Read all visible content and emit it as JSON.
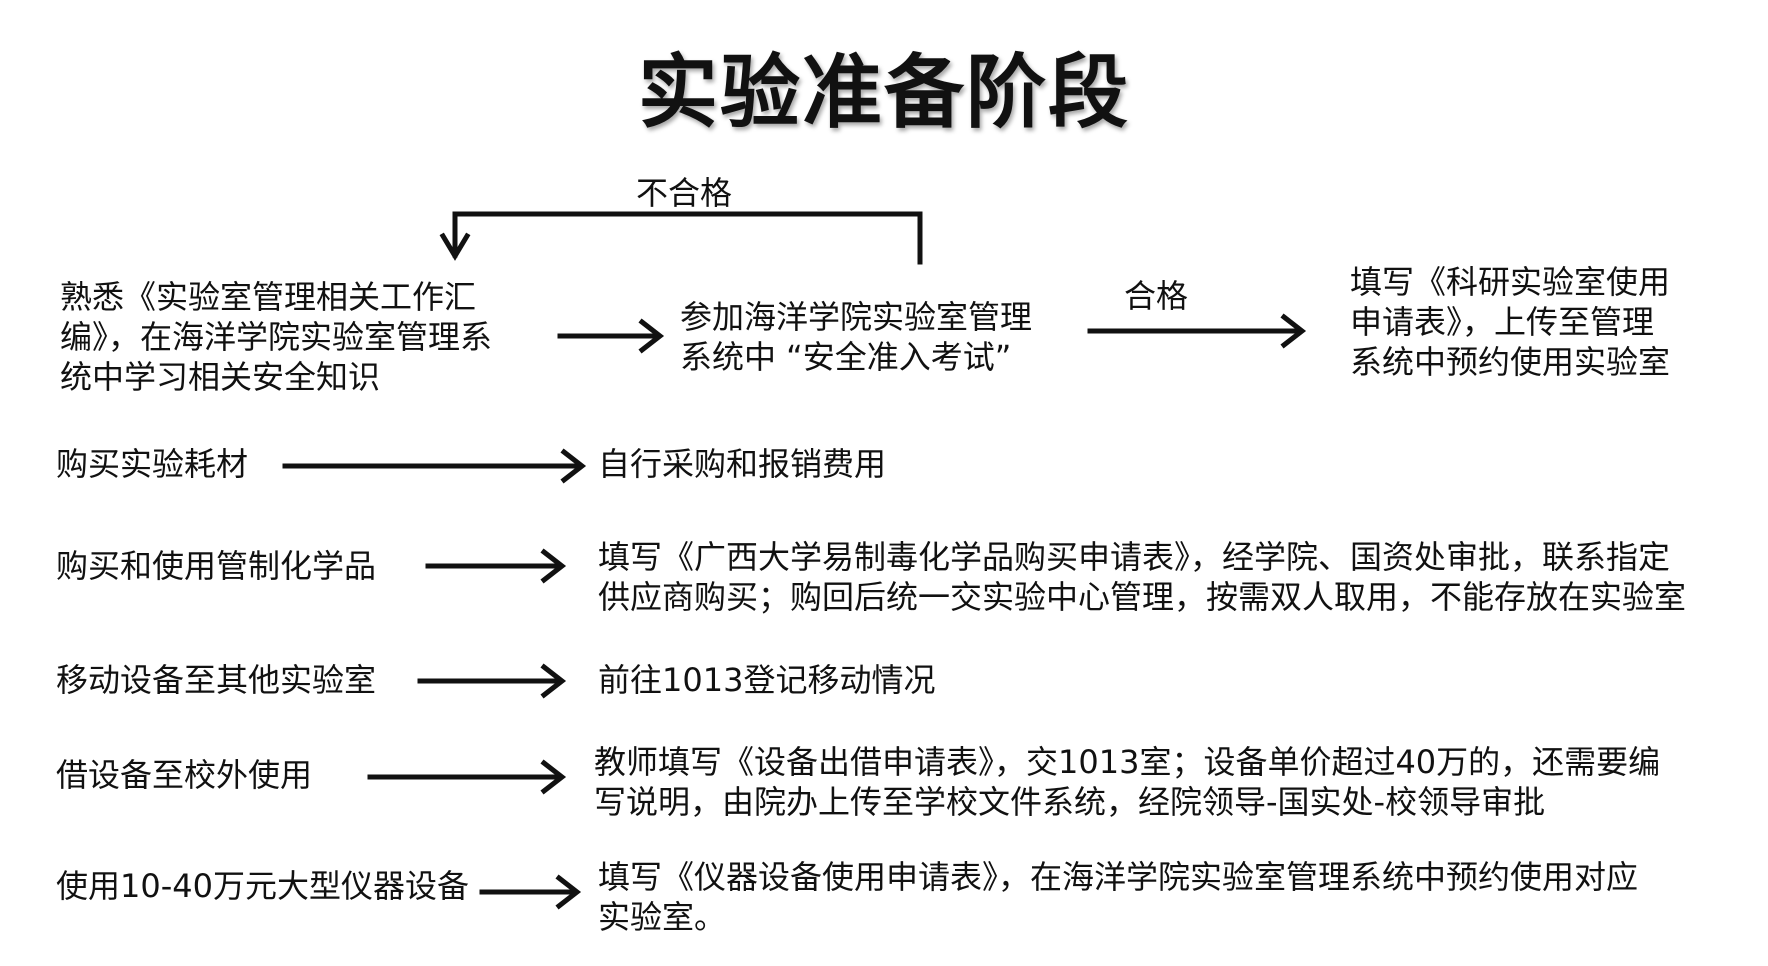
{
  "title": "实验准备阶段",
  "top_flow": {
    "step1": [
      "熟悉《实验室管理相关工作汇",
      "编》，在海洋学院实验室管理系",
      "统中学习相关安全知识"
    ],
    "step2": [
      "参加海洋学院实验室管理",
      "系统中 “安全准入考试”"
    ],
    "step3": [
      "填写《科研实验室使用",
      "申请表》，上传至管理",
      "系统中预约使用实验室"
    ],
    "fail_label": "不合格",
    "pass_label": "合格"
  },
  "rows": [
    {
      "item": "购买实验耗材",
      "action": [
        "自行采购和报销费用"
      ]
    },
    {
      "item": "购买和使用管制化学品",
      "action": [
        "填写《广西大学易制毒化学品购买申请表》，经学院、国资处审批，联系指定",
        "供应商购买；购回后统一交实验中心管理，按需双人取用，不能存放在实验室"
      ]
    },
    {
      "item": "移动设备至其他实验室",
      "action": [
        "前往1013登记移动情况"
      ]
    },
    {
      "item": "借设备至校外使用",
      "action": [
        "教师填写《设备出借申请表》，交1013室；设备单价超过40万的，还需要编",
        "写说明，由院办上传至学校文件系统，经院领导-国实处-校领导审批"
      ]
    },
    {
      "item": "使用10-40万元大型仪器设备",
      "action": [
        "填写《仪器设备使用申请表》，在海洋学院实验室管理系统中预约使用对应",
        "实验室。"
      ]
    }
  ],
  "colors": {
    "ink": "#111111",
    "background": "#ffffff"
  }
}
